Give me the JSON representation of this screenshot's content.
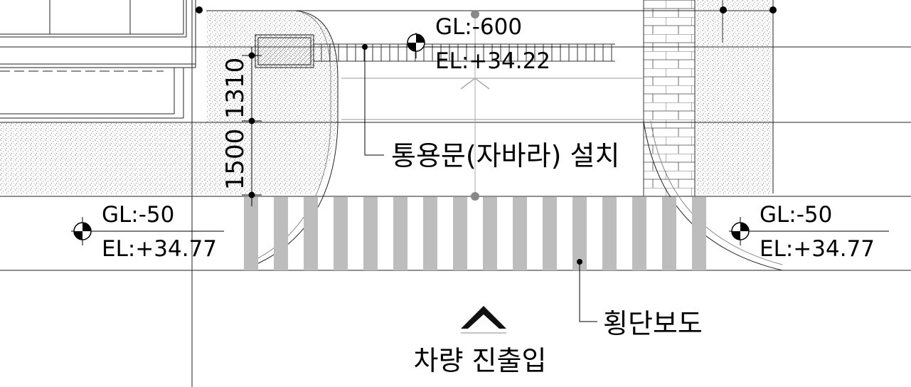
{
  "level_markers": {
    "top_center": {
      "gl": "GL:-600",
      "el": "EL:+34.22"
    },
    "bottom_left": {
      "gl": "GL:-50",
      "el": "EL:+34.77"
    },
    "bottom_right": {
      "gl": "GL:-50",
      "el": "EL:+34.77"
    }
  },
  "dimensions": {
    "upper": "1310",
    "lower": "1500"
  },
  "callouts": {
    "gate": "통용문(자바라) 설치",
    "crosswalk": "횡단보도",
    "vehicle_entry": "차량 진출입"
  }
}
